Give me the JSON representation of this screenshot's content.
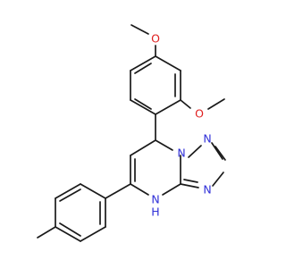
{
  "molecule": {
    "atoms": {
      "o_top": "O",
      "o_right": "O",
      "n_ring_a": "N",
      "n_ring_b": "N",
      "n_ring_c": "N",
      "n_h": "N",
      "h_label": "H"
    },
    "colors": {
      "bond": "#1a1a1a",
      "nitrogen": "#3030d8",
      "oxygen": "#e02020"
    }
  }
}
